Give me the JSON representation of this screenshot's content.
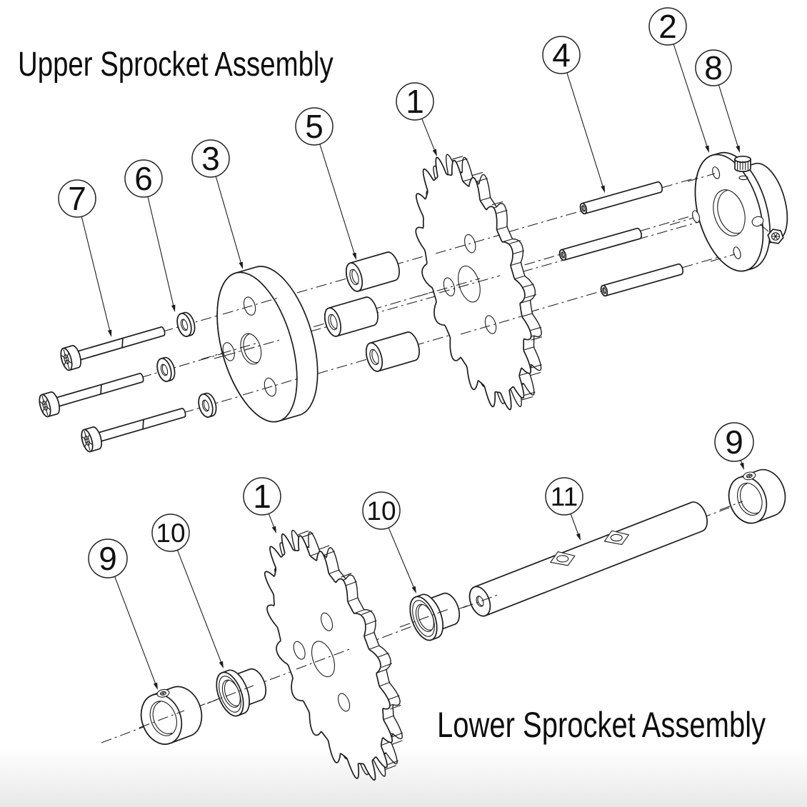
{
  "style": {
    "background": "#ffffff",
    "line_color": "#1c1c1c"
  },
  "upper_assembly": {
    "title": "Upper Sprocket Assembly",
    "callouts": {
      "u1": {
        "label": "1"
      },
      "u2": {
        "label": "2"
      },
      "u3": {
        "label": "3"
      },
      "u4": {
        "label": "4"
      },
      "u5": {
        "label": "5"
      },
      "u6": {
        "label": "6"
      },
      "u7": {
        "label": "7"
      },
      "u8": {
        "label": "8"
      }
    }
  },
  "lower_assembly": {
    "title": "Lower Sprocket Assembly",
    "callouts": {
      "l9a": {
        "label": "9"
      },
      "l10a": {
        "label": "10"
      },
      "l1": {
        "label": "1"
      },
      "l10b": {
        "label": "10"
      },
      "l11": {
        "label": "11"
      },
      "l9b": {
        "label": "9"
      }
    }
  }
}
